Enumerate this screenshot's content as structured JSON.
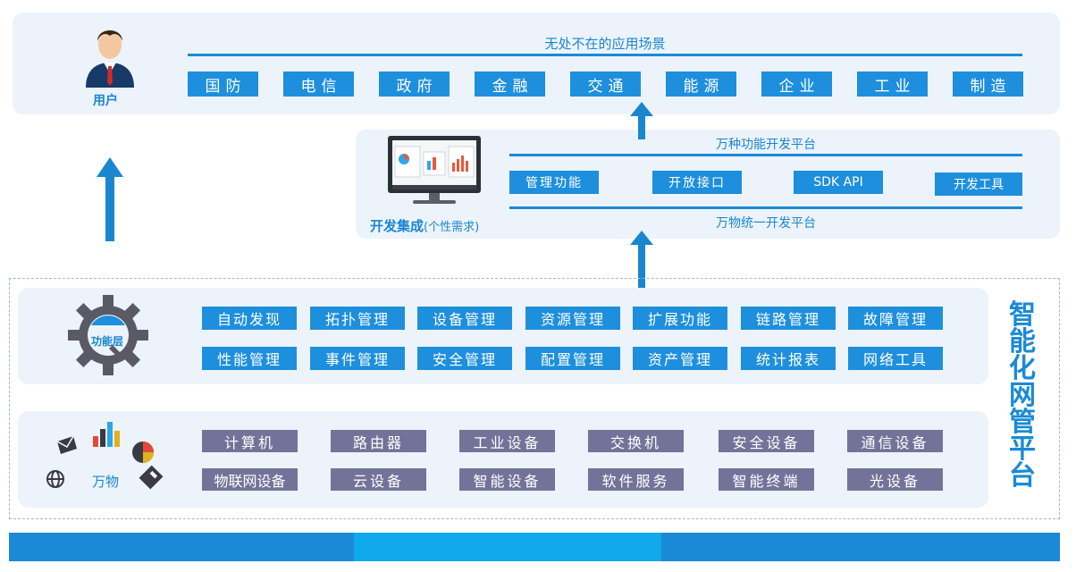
{
  "top": {
    "title": "无处不在的应用场景",
    "user_label": "用户",
    "scenes": [
      "国防",
      "电信",
      "政府",
      "金融",
      "交通",
      "能源",
      "企业",
      "工业",
      "制造"
    ]
  },
  "middle": {
    "title_top": "万种功能开发平台",
    "title_bottom": "万物统一开发平台",
    "integration_label_bold": "开发集成",
    "integration_label_note": "(个性需求)",
    "buttons": [
      "管理功能",
      "开放接口",
      "SDK API",
      "开发工具"
    ]
  },
  "function_layer": {
    "gear_label": "功能层",
    "row1": [
      "自动发现",
      "拓扑管理",
      "设备管理",
      "资源管理",
      "扩展功能",
      "链路管理",
      "故障管理"
    ],
    "row2": [
      "性能管理",
      "事件管理",
      "安全管理",
      "配置管理",
      "资产管理",
      "统计报表",
      "网络工具"
    ]
  },
  "things_layer": {
    "label": "万物",
    "row1": [
      "计算机",
      "路由器",
      "工业设备",
      "交换机",
      "安全设备",
      "通信设备"
    ],
    "row2": [
      "物联网设备",
      "云设备",
      "智能设备",
      "软件服务",
      "智能终端",
      "光设备"
    ]
  },
  "platform_title": [
    "智",
    "能",
    "化",
    "网",
    "管",
    "平",
    "台"
  ],
  "colors": {
    "accent_blue": "#1e8fdc",
    "panel_bg": "#ecf3fa",
    "device_gray": "#73739a",
    "bottom_bar": "#1a8ad6",
    "bottom_bar_center": "#10a9ec"
  }
}
